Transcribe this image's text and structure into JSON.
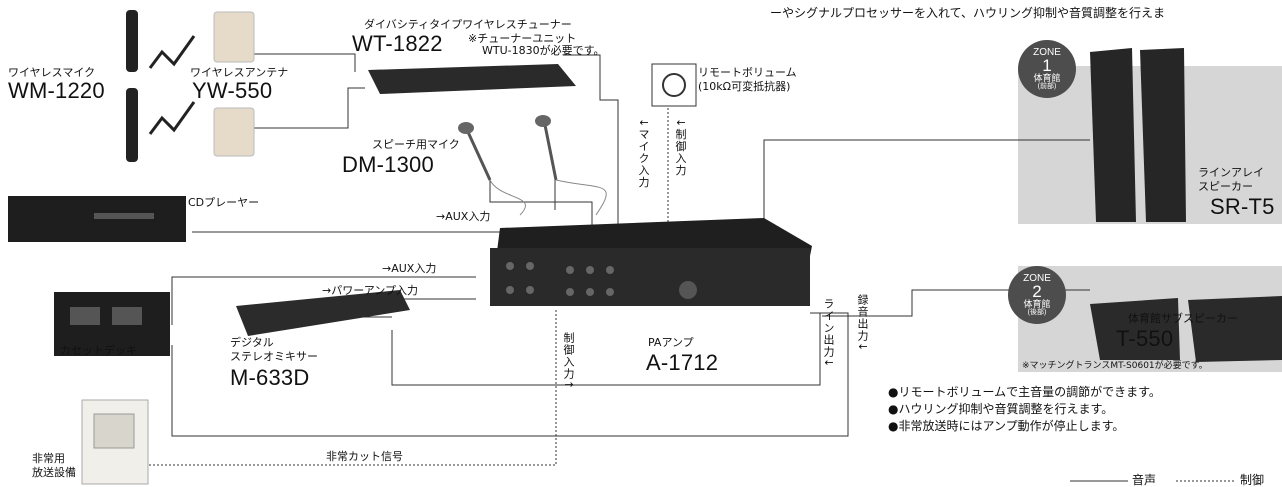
{
  "intro_text": "ーやシグナルプロセッサーを入れて、ハウリング抑制や音質調整を行えま",
  "devices": {
    "wireless_mic": {
      "label": "ワイヤレスマイク",
      "model": "WM-1220"
    },
    "antenna": {
      "label": "ワイヤレスアンテナ",
      "model": "YW-550"
    },
    "tuner": {
      "label": "ダイバシティタイプワイヤレスチューナー",
      "model": "WT-1822",
      "note1": "※チューナーユニット",
      "note2": "WTU-1830が必要です。"
    },
    "remote_volume": {
      "label": "リモートボリューム",
      "sub": "(10kΩ可変抵抗器)"
    },
    "speech_mic": {
      "label": "スピーチ用マイク",
      "model": "DM-1300"
    },
    "cd_player": {
      "label": "CDプレーヤー"
    },
    "cassette": {
      "label": "カセットデッキ"
    },
    "mixer": {
      "label1": "デジタル",
      "label2": "ステレオミキサー",
      "model": "M-633D"
    },
    "emergency": {
      "label1": "非常用",
      "label2": "放送設備"
    },
    "amp": {
      "label": "PAアンプ",
      "model": "A-1712"
    },
    "line_array": {
      "label1": "ラインアレイ",
      "label2": "スピーカー",
      "model": "SR-T5"
    },
    "sub_speaker": {
      "label": "体育館サブスピーカー",
      "model": "T-550",
      "note": "※マッチングトランスMT-S0601が必要です。"
    }
  },
  "zones": [
    {
      "word": "ZONE",
      "number": "1",
      "place": "体育館",
      "sub": "(前部)"
    },
    {
      "word": "ZONE",
      "number": "2",
      "place": "体育館",
      "sub": "(後部)"
    }
  ],
  "signals": {
    "aux1": "→AUX入力",
    "aux2": "→AUX入力",
    "power_in": "→パワーアンプ入力",
    "mic_in": "↓マイク入力",
    "ctrl_in_top": "↓制御入力",
    "ctrl_in_bottom": "制御入力↑",
    "line_out": "ライン出力↓",
    "rec_out": "録音出力↓",
    "emergency_cut": "非常カット信号"
  },
  "bullets": [
    "●リモートボリュームで主音量の調節ができます。",
    "●ハウリング抑制や音質調整を行えます。",
    "●非常放送時にはアンプ動作が停止します。"
  ],
  "legend": {
    "audio": "音声",
    "control": "制御"
  },
  "colors": {
    "line": "#333333",
    "panel": "#d6d6d6",
    "badge": "#4d4d4d",
    "device_dark": "#1e1e1e"
  }
}
